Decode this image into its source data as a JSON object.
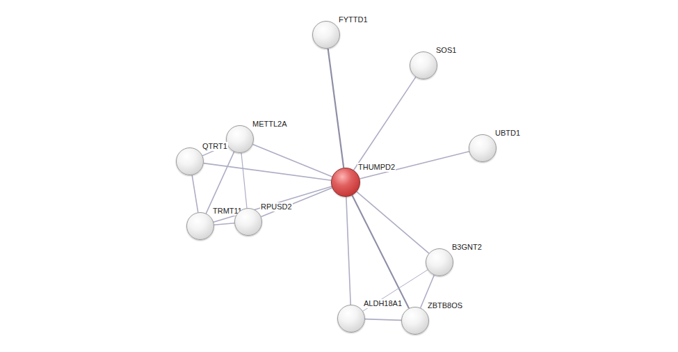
{
  "diagram": {
    "nodes": [
      {
        "text": [
          "FYTTD1"
        ]
      },
      {
        "text": [
          "SOS1"
        ]
      },
      {
        "text": [
          "METTL2A"
        ]
      },
      {
        "text": [
          "UBTD1"
        ]
      },
      {
        "text": [
          "QTRT1"
        ]
      },
      {
        "text": [
          "THUMPD2"
        ]
      },
      {
        "text": [
          "TRMT11"
        ]
      },
      {
        "text": [
          "RPUSD2"
        ]
      },
      {
        "text": [
          "B3GNT2"
        ]
      },
      {
        "text": [
          "ALDH18A1"
        ]
      },
      {
        "text": [
          "ZBTB8OS"
        ]
      }
    ],
    "edges": [
      {
        "from": 5,
        "to": 0,
        "arrow": "none"
      },
      {
        "from": 5,
        "to": 1,
        "arrow": "none"
      },
      {
        "from": 5,
        "to": 2,
        "arrow": "none"
      },
      {
        "from": 5,
        "to": 3,
        "arrow": "none"
      },
      {
        "from": 5,
        "to": 4,
        "arrow": "none"
      },
      {
        "from": 5,
        "to": 6,
        "arrow": "none"
      },
      {
        "from": 5,
        "to": 7,
        "arrow": "none"
      },
      {
        "from": 5,
        "to": 8,
        "arrow": "none"
      },
      {
        "from": 5,
        "to": 9,
        "arrow": "none"
      },
      {
        "from": 5,
        "to": 10,
        "arrow": "none"
      },
      {
        "from": 4,
        "to": 2,
        "arrow": "none"
      },
      {
        "from": 4,
        "to": 6,
        "arrow": "none"
      },
      {
        "from": 2,
        "to": 6,
        "arrow": "none"
      },
      {
        "from": 2,
        "to": 7,
        "arrow": "none"
      },
      {
        "from": 6,
        "to": 7,
        "arrow": "none"
      },
      {
        "from": 8,
        "to": 9,
        "arrow": "none"
      },
      {
        "from": 8,
        "to": 10,
        "arrow": "none"
      },
      {
        "from": 9,
        "to": 10,
        "arrow": "none"
      }
    ]
  }
}
